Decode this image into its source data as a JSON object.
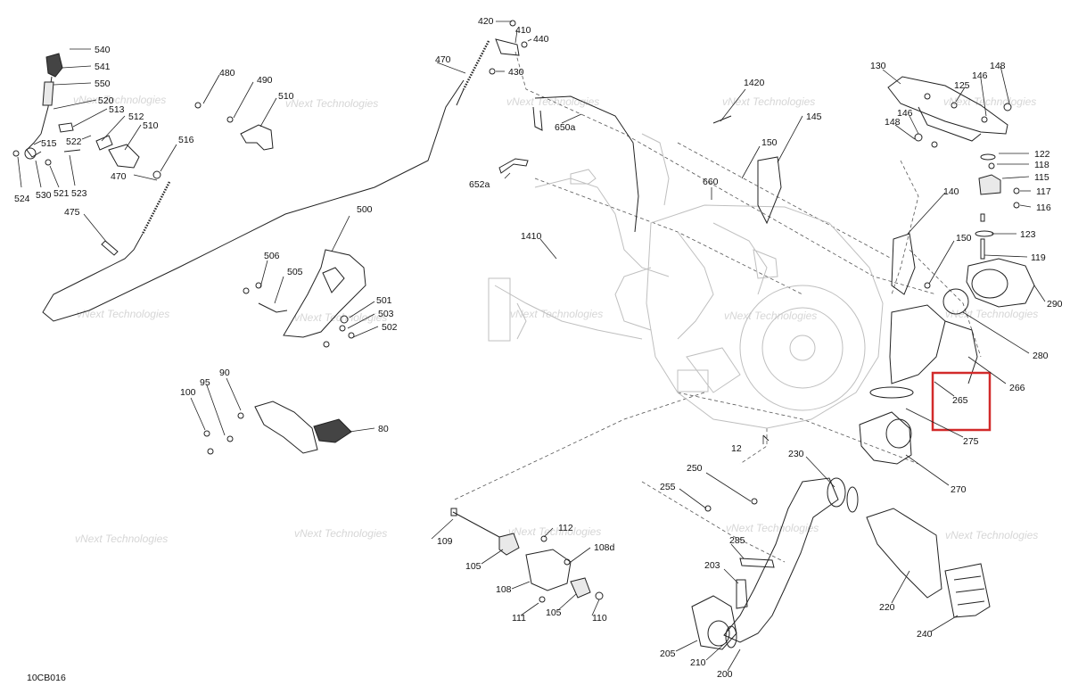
{
  "figure_code": "10CB016",
  "watermark": "vNext Technologies",
  "highlighted_part": "265",
  "colors": {
    "highlight": "#d22a2a",
    "line": "#222222",
    "watermark": "#d6d6d6"
  },
  "labels": {
    "p540": "540",
    "p541": "541",
    "p550": "550",
    "p520": "520",
    "p513": "513",
    "p512": "512",
    "p510a": "510",
    "p522": "522",
    "p515": "515",
    "p524": "524",
    "p530": "530",
    "p521": "521",
    "p523": "523",
    "p516": "516",
    "p470a": "470",
    "p475": "475",
    "p480": "480",
    "p490": "490",
    "p510b": "510",
    "p420": "420",
    "p410": "410",
    "p440": "440",
    "p430": "430",
    "p470b": "470",
    "p650a": "650a",
    "p652a": "652a",
    "p1420": "1420",
    "p145": "145",
    "p150a": "150",
    "p660": "660",
    "p1410": "1410",
    "p500": "500",
    "p506": "506",
    "p505": "505",
    "p501": "501",
    "p503": "503",
    "p502": "502",
    "p90": "90",
    "p95": "95",
    "p100": "100",
    "p80": "80",
    "p130": "130",
    "p148a": "148",
    "p146a": "146",
    "p125": "125",
    "p146b": "146",
    "p148b": "148",
    "p122": "122",
    "p118": "118",
    "p115": "115",
    "p117": "117",
    "p116": "116",
    "p140": "140",
    "p150b": "150",
    "p123": "123",
    "p119": "119",
    "p290": "290",
    "p280": "280",
    "p266": "266",
    "p265": "265",
    "p275": "275",
    "p270": "270",
    "p12": "12",
    "p230": "230",
    "p250": "250",
    "p255": "255",
    "p285": "285",
    "p203": "203",
    "p220": "220",
    "p240": "240",
    "p205": "205",
    "p210": "210",
    "p200": "200",
    "p109": "109",
    "p112": "112",
    "p108d": "108d",
    "p105a": "105",
    "p108": "108",
    "p105b": "105",
    "p111": "111",
    "p110": "110"
  }
}
